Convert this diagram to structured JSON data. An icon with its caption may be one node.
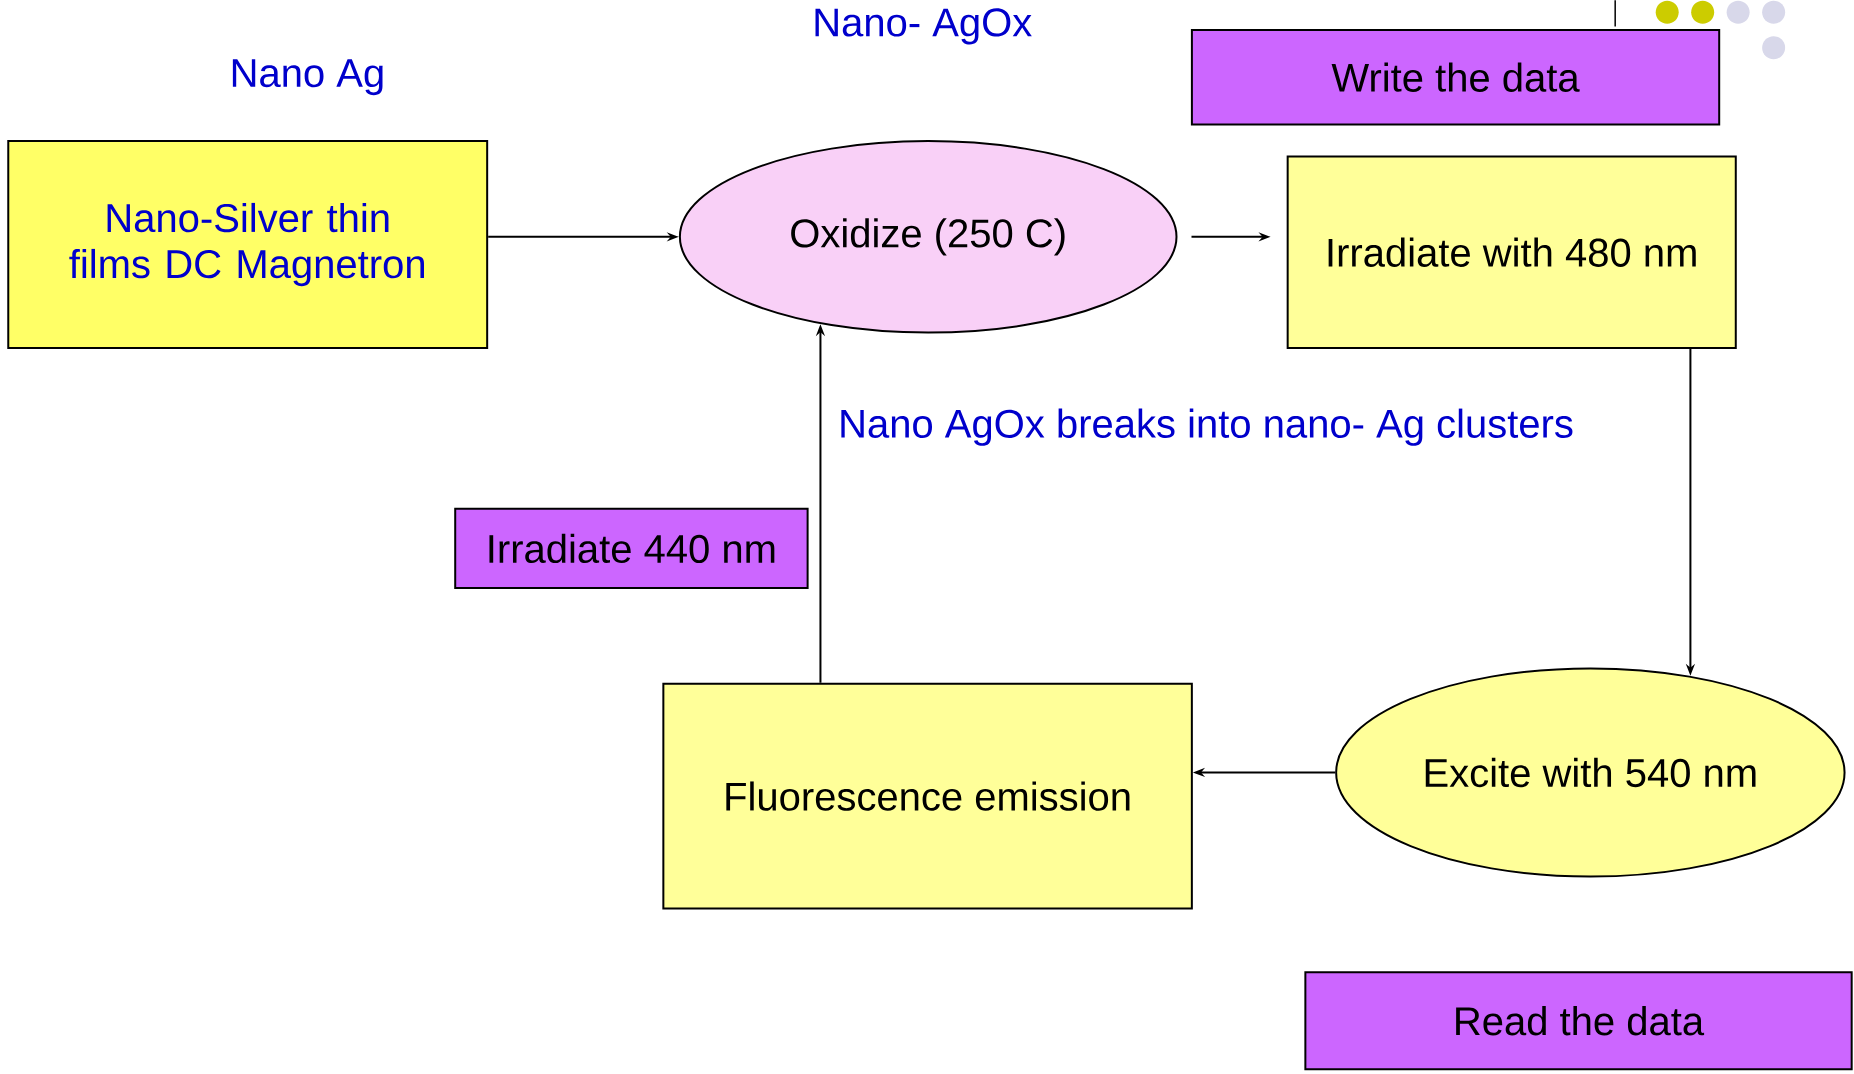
{
  "diagram": {
    "nodes": [
      {
        "text": [
          "Nano-Silver thin films DC Magnetron"
        ],
        "beside": [
          "Nano Ag"
        ]
      },
      {
        "text": [
          "Oxidize (250 C)"
        ],
        "beside": [
          "Nano- AgOx"
        ]
      },
      {
        "text": [
          "Irradiate with 480 nm"
        ]
      },
      {
        "text": [
          "Excite with 540 nm"
        ]
      },
      {
        "text": [
          "Fluorescence emission"
        ]
      },
      {
        "text": [
          "Write the data"
        ]
      },
      {
        "text": [
          "Read the data"
        ]
      },
      {
        "text": [
          "Irradiate 440 nm"
        ]
      }
    ],
    "edges": [
      {
        "from": 0,
        "to": 1,
        "arrow": "to"
      },
      {
        "from": 1,
        "to": 2,
        "arrow": "to"
      },
      {
        "from": 2,
        "to": 3,
        "arrow": "to"
      },
      {
        "from": 3,
        "to": 4,
        "arrow": "to"
      },
      {
        "from": 4,
        "to": 1,
        "arrow": "to"
      }
    ],
    "labels": [
      "Nano AgOx breaks into nano- Ag clusters"
    ]
  }
}
